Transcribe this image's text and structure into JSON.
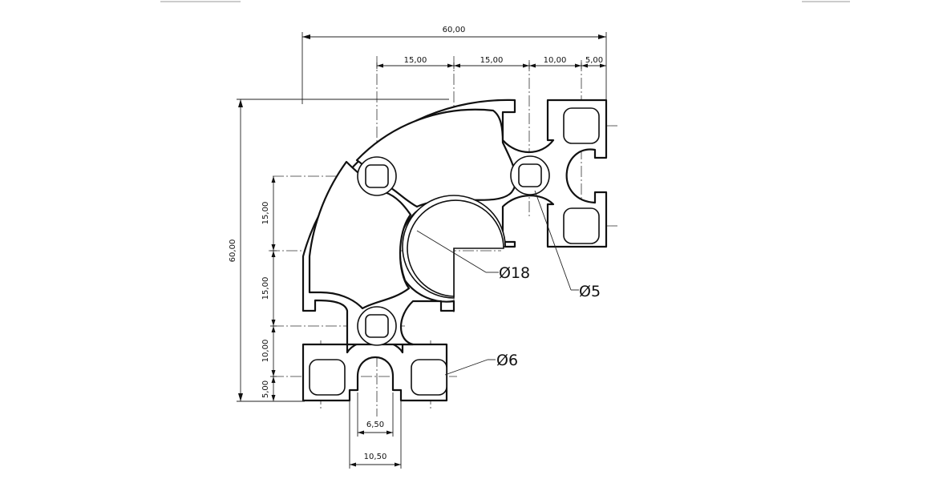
{
  "dimensions": {
    "overall_width": "60,00",
    "top_15a": "15,00",
    "top_15b": "15,00",
    "top_10": "10,00",
    "top_5": "5,00",
    "overall_height": "60,00",
    "left_15a": "15,00",
    "left_15b": "15,00",
    "left_10": "10,00",
    "left_5": "5,00",
    "slot_inner": "6,50",
    "slot_outer": "10,50"
  },
  "callouts": {
    "bore": "Ø18",
    "center_hole": "Ø5",
    "corner_hole": "Ø6"
  }
}
